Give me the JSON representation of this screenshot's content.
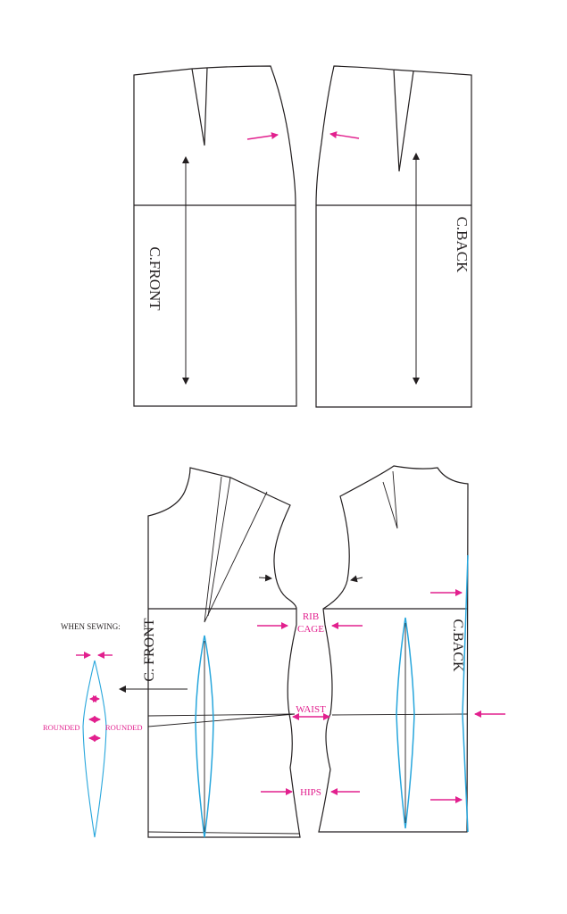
{
  "colors": {
    "outline": "#231f20",
    "markers": "#e2208e",
    "darts": "#27a6dc",
    "background": "#ffffff"
  },
  "skirt": {
    "front_label": "C.FRONT",
    "back_label": "C.BACK"
  },
  "bodice": {
    "front_label": "C. FRONT",
    "back_label": "C.BACK",
    "rib_cage_label_line1": "RIB",
    "rib_cage_label_line2": "CAGE",
    "waist_label": "WAIST",
    "hips_label": "HIPS"
  },
  "sewing_detail": {
    "title": "WHEN SEWING:",
    "left_label": "ROUNDED",
    "right_label": "ROUNDED"
  }
}
